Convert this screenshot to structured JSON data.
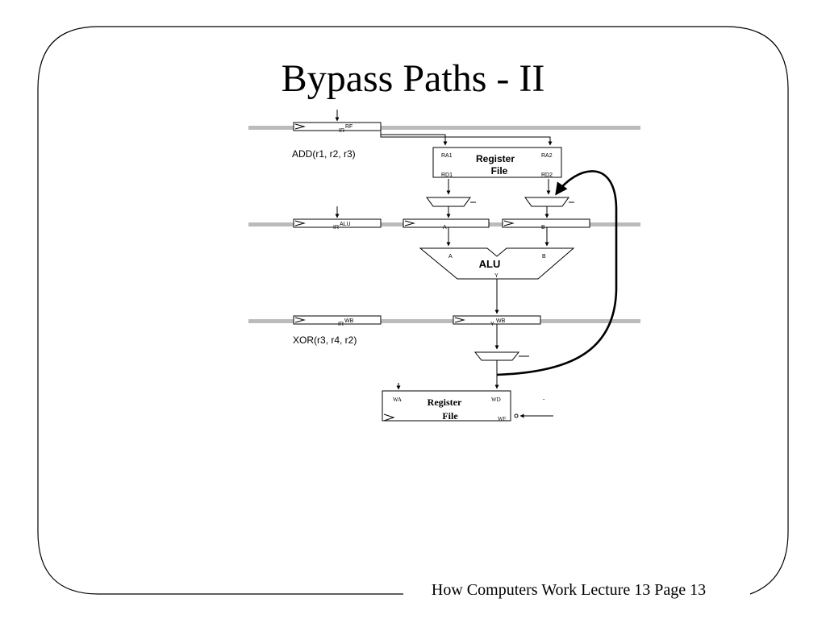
{
  "slide": {
    "title": "Bypass Paths - II",
    "footer": "How Computers Work Lecture 13 Page 13"
  },
  "diagram": {
    "instructions": {
      "add": "ADD(r1, r2, r3)",
      "xor": "XOR(r3, r4, r2)"
    },
    "pipeline_registers": {
      "ir_rf": {
        "ir": "IR",
        "stage": "RF"
      },
      "ir_alu": {
        "ir": "IR",
        "stage": "ALU"
      },
      "ir_wb": {
        "ir": "IR",
        "stage": "WB"
      },
      "a_reg": "A",
      "b_reg": "B",
      "y_wb": {
        "y": "Y",
        "stage": "WB"
      }
    },
    "register_file_read": {
      "title_line1": "Register",
      "title_line2": "File",
      "ra1": "RA1",
      "ra2": "RA2",
      "rd1": "RD1",
      "rd2": "RD2"
    },
    "alu": {
      "label": "ALU",
      "in_a": "A",
      "in_b": "B",
      "out": "Y"
    },
    "register_file_write": {
      "title_line1": "Register",
      "title_line2": "File",
      "wa": "WA",
      "wd": "WD",
      "we": "WE",
      "mark": "-"
    },
    "colors": {
      "pipeline_bar": "#bbbbbb",
      "line": "#000000",
      "bypass_path": "#000000"
    }
  }
}
